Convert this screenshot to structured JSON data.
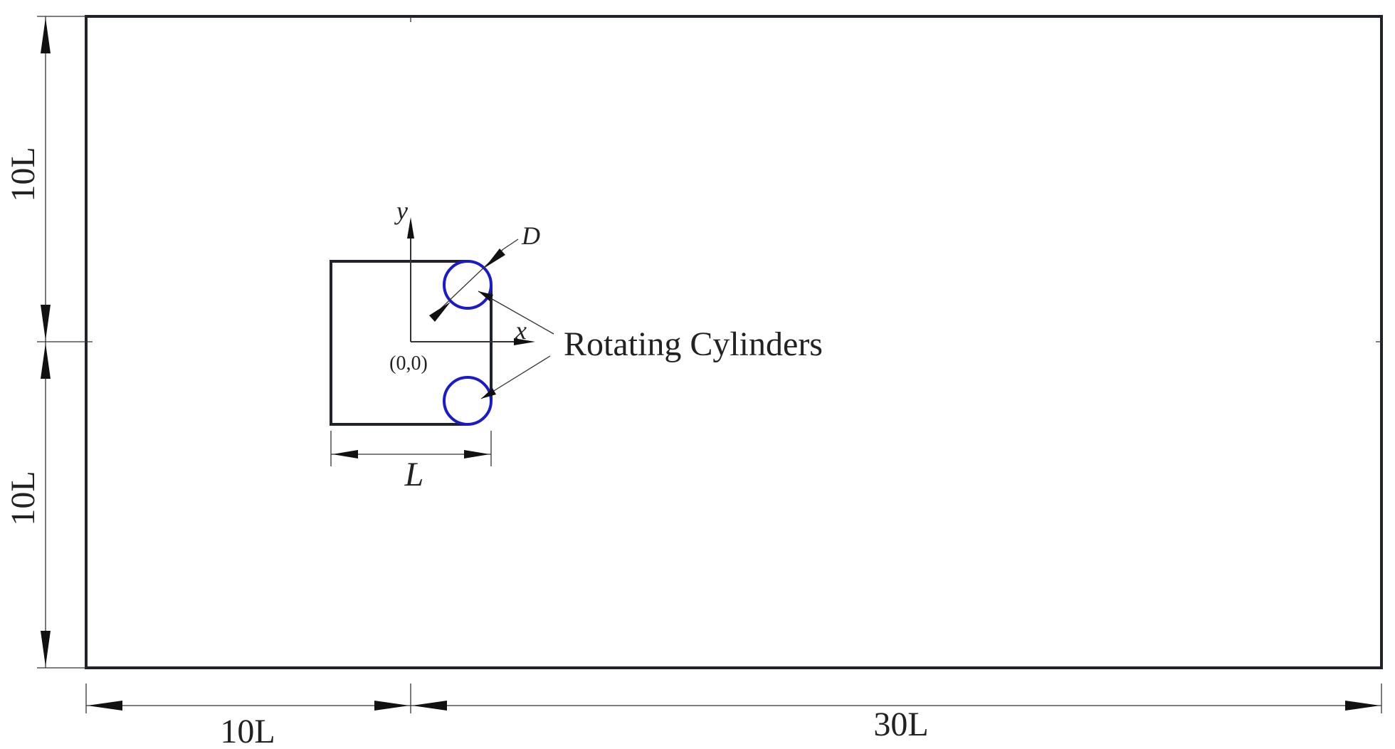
{
  "domain": {
    "upstream_label": "10L",
    "downstream_label": "30L",
    "upper_label": "10L",
    "lower_label": "10L"
  },
  "body": {
    "side_label": "L",
    "origin_label": "(0,0)",
    "x_axis_label": "x",
    "y_axis_label": "y"
  },
  "cylinders": {
    "diameter_label": "D",
    "callout_label": "Rotating Cylinders",
    "color": "#1a1acc"
  },
  "colors": {
    "frame": "#1f2229",
    "arrow": "#111111"
  }
}
